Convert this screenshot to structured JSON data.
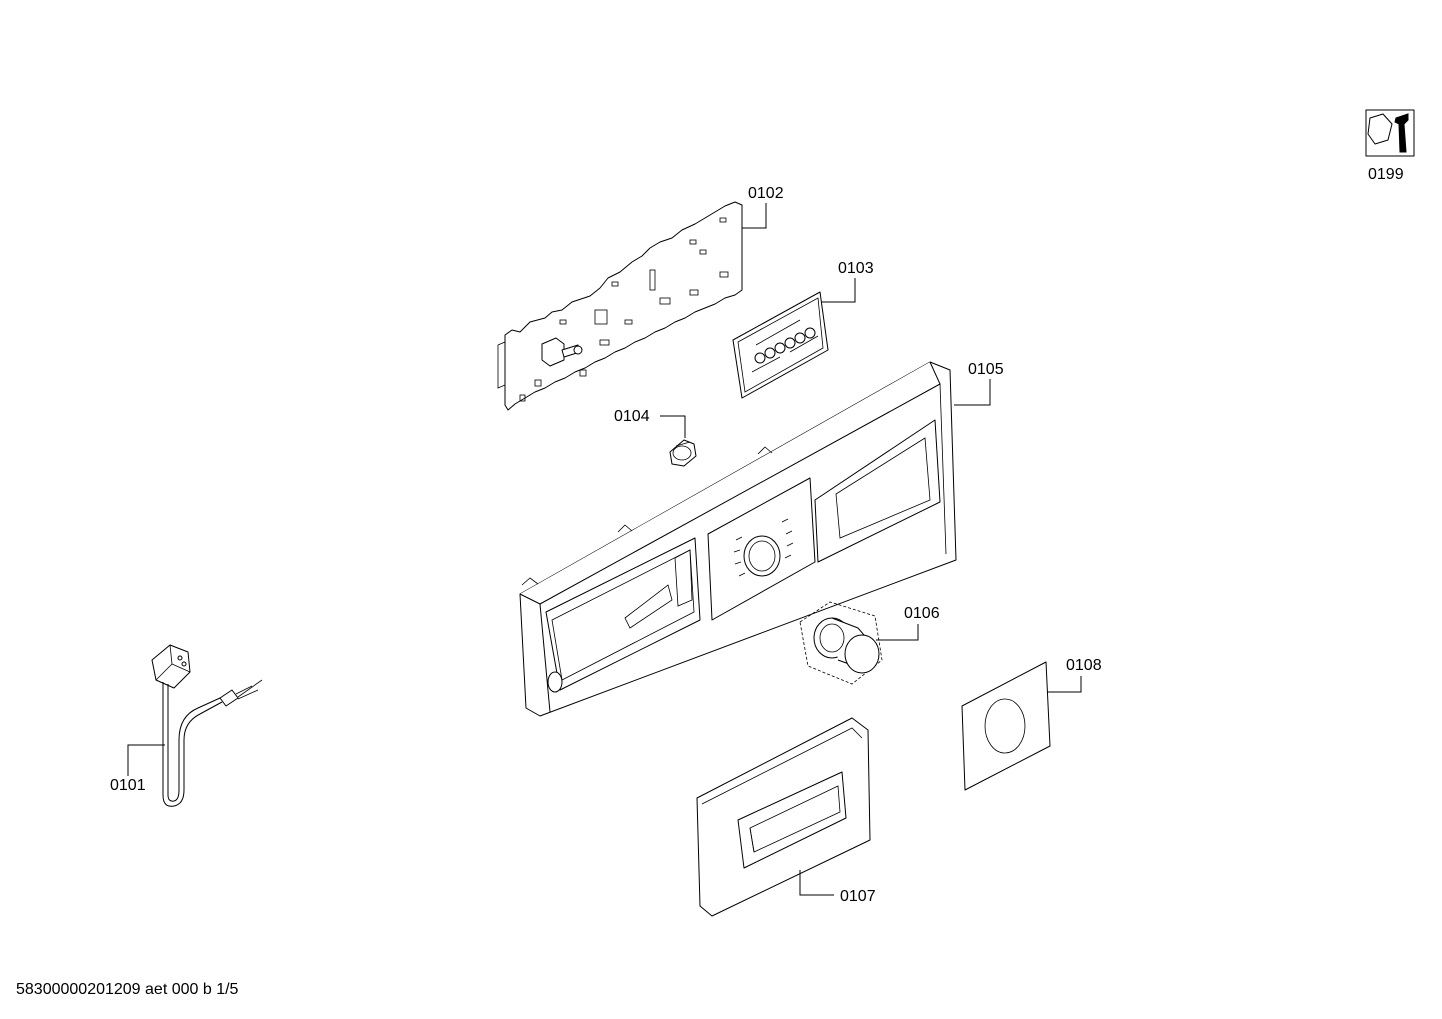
{
  "footer": {
    "document_code": "58300000201209 aet 000 b 1/5"
  },
  "parts": [
    {
      "id": "0101",
      "icon": "power-cord-icon"
    },
    {
      "id": "0102",
      "icon": "control-module-icon"
    },
    {
      "id": "0103",
      "icon": "keypad-panel-icon"
    },
    {
      "id": "0104",
      "icon": "light-pipe-icon"
    },
    {
      "id": "0105",
      "icon": "control-panel-fascia-icon"
    },
    {
      "id": "0106",
      "icon": "program-knob-icon"
    },
    {
      "id": "0107",
      "icon": "detergent-drawer-handle-icon"
    },
    {
      "id": "0108",
      "icon": "decor-foil-icon"
    },
    {
      "id": "0199",
      "icon": "service-tool-icon"
    }
  ]
}
